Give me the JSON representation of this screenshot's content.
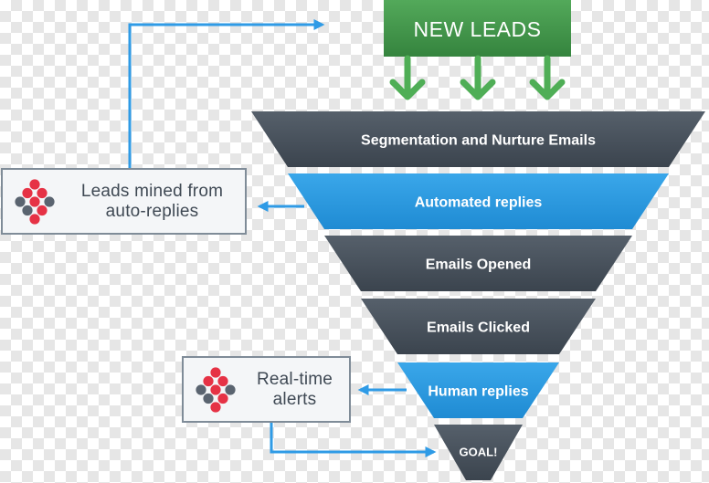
{
  "header": {
    "label": "NEW LEADS",
    "color": "#3f9a47"
  },
  "funnel": [
    {
      "label": "Segmentation and Nurture Emails",
      "kind": "stage"
    },
    {
      "label": "Automated replies",
      "kind": "reply"
    },
    {
      "label": "Emails Opened",
      "kind": "stage"
    },
    {
      "label": "Emails Clicked",
      "kind": "stage"
    },
    {
      "label": "Human replies",
      "kind": "reply"
    },
    {
      "label": "GOAL!",
      "kind": "goal"
    }
  ],
  "callouts": {
    "autoreplies": {
      "text": "Leads mined from\nauto-replies",
      "icon": "dots-logo-icon"
    },
    "alerts": {
      "text": "Real-time\nalerts",
      "icon": "dots-logo-icon"
    }
  },
  "colors": {
    "stage": "#454f5a",
    "reply": "#2a9ae0",
    "arrow_green": "#4fae56",
    "connector_blue": "#2f9be6",
    "logo_red": "#e63245",
    "logo_gray": "#5a6470"
  }
}
